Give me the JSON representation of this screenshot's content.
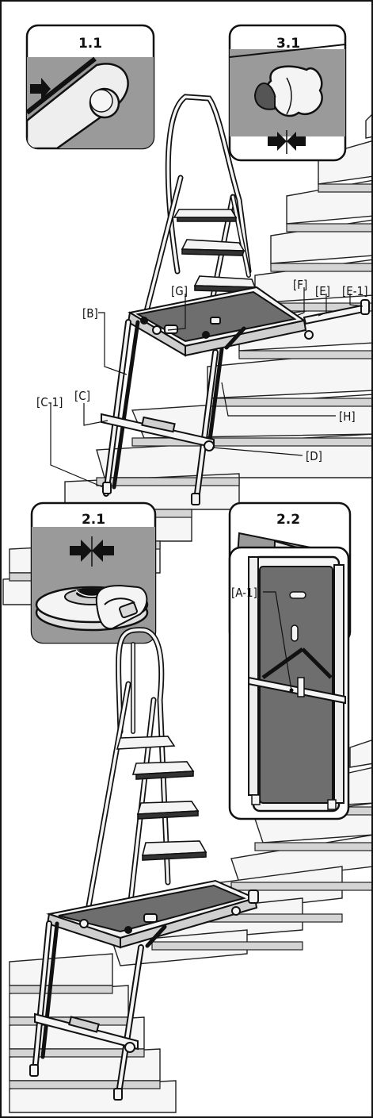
{
  "insets": {
    "i11": {
      "title": "1.1"
    },
    "i31": {
      "title": "3.1"
    },
    "i21": {
      "title": "2.1"
    },
    "i22": {
      "title": "2.2"
    }
  },
  "labels": {
    "B": "[B]",
    "G": "[G]",
    "F": "[F]",
    "E": "[E]",
    "E1": "[E-1]",
    "C1": "[C-1]",
    "C": "[C]",
    "H": "[H]",
    "D": "[D]",
    "A1": "[A-1]"
  },
  "colors": {
    "outline": "#111111",
    "platform": "#6e6e6e",
    "stairs_fill": "#f4f4f4",
    "stairs_shade": "#d2d2d2",
    "inset_bg": "#9a9a9a"
  }
}
